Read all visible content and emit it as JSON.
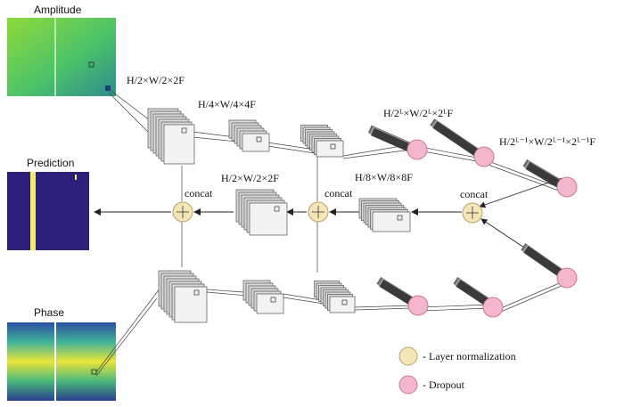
{
  "panels": {
    "amplitude": "Amplitude",
    "prediction": "Prediction",
    "phase": "Phase"
  },
  "dims": {
    "enc_level1": "H/2×W/2×2F",
    "enc_level2": "H/4×W/4×4F",
    "enc_deep": "H/2ᴸ×W/2ᴸ×2ᴸF",
    "bottleneck": "H/2ᴸ⁻¹×W/2ᴸ⁻¹×2ᴸ⁻¹F",
    "dec_level3": "H/8×W/8×8F",
    "dec_level1": "H/2×W/2×2F"
  },
  "concat_labels": [
    "concat",
    "concat",
    "concat"
  ],
  "legend": {
    "layer_norm": "- Layer normalization",
    "dropout": "- Dropout"
  },
  "colors": {
    "layer_norm": "#f5e6b8",
    "dropout": "#f4b6cc",
    "prediction_bg": "#2b1f7a",
    "prediction_stripe": "#f2ee6a"
  }
}
